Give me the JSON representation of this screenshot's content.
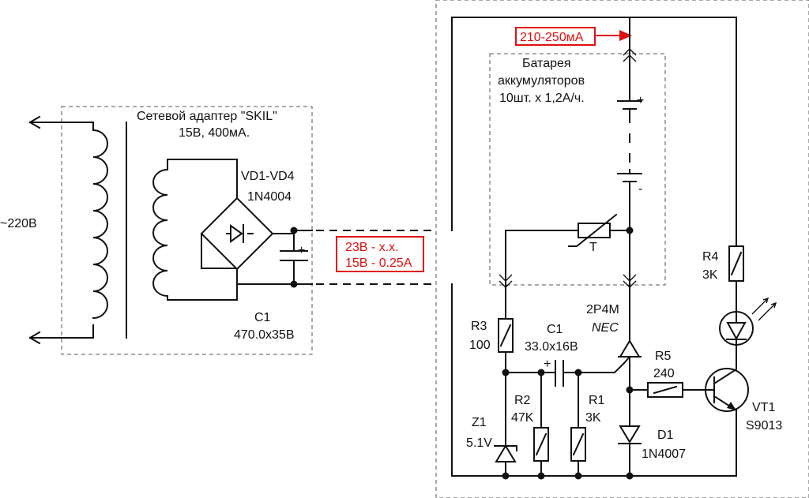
{
  "labels": {
    "mains_voltage": "~220B",
    "adapter_title_1": "Сетевой адаптер \"SKIL\"",
    "adapter_title_2": "15В, 400мА.",
    "bridge_ref": "VD1-VD4",
    "bridge_part": "1N4004",
    "adapter_cap_ref": "C1",
    "adapter_cap_value": "470.0x35B",
    "output_spec_1": "23В - х.х.",
    "output_spec_2": "15В - 0.25А",
    "charge_current": "210-250мА",
    "battery_line_1": "Батарея",
    "battery_line_2": "аккумуляторов",
    "battery_line_3": "10шт. х 1,2А/ч.",
    "thermistor": "T",
    "plus_sign": "+",
    "minus_sign": "-",
    "r3_ref": "R3",
    "r3_value": "100",
    "cap_ref": "C1",
    "cap_value": "33.0x16B",
    "scr_ref": "2P4M",
    "scr_maker": "NEC",
    "r4_ref": "R4",
    "r4_value": "3K",
    "r5_ref": "R5",
    "r5_value": "240",
    "r2_ref": "R2",
    "r2_value": "47K",
    "r1_ref": "R1",
    "r1_value": "3K",
    "z1_ref": "Z1",
    "z1_value": "5.1V",
    "d1_ref": "D1",
    "d1_part": "1N4007",
    "vt1_ref": "VT1",
    "vt1_part": "S9013"
  }
}
